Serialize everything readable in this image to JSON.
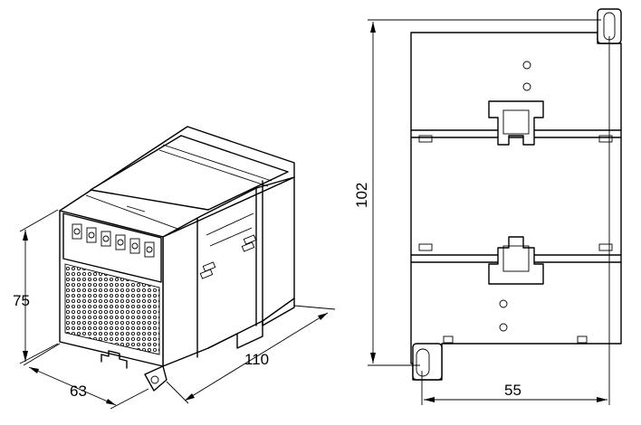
{
  "iso_view": {
    "height_label": "75",
    "width_label": "63",
    "depth_label": "110"
  },
  "side_view": {
    "height_label": "102",
    "width_label": "55"
  }
}
